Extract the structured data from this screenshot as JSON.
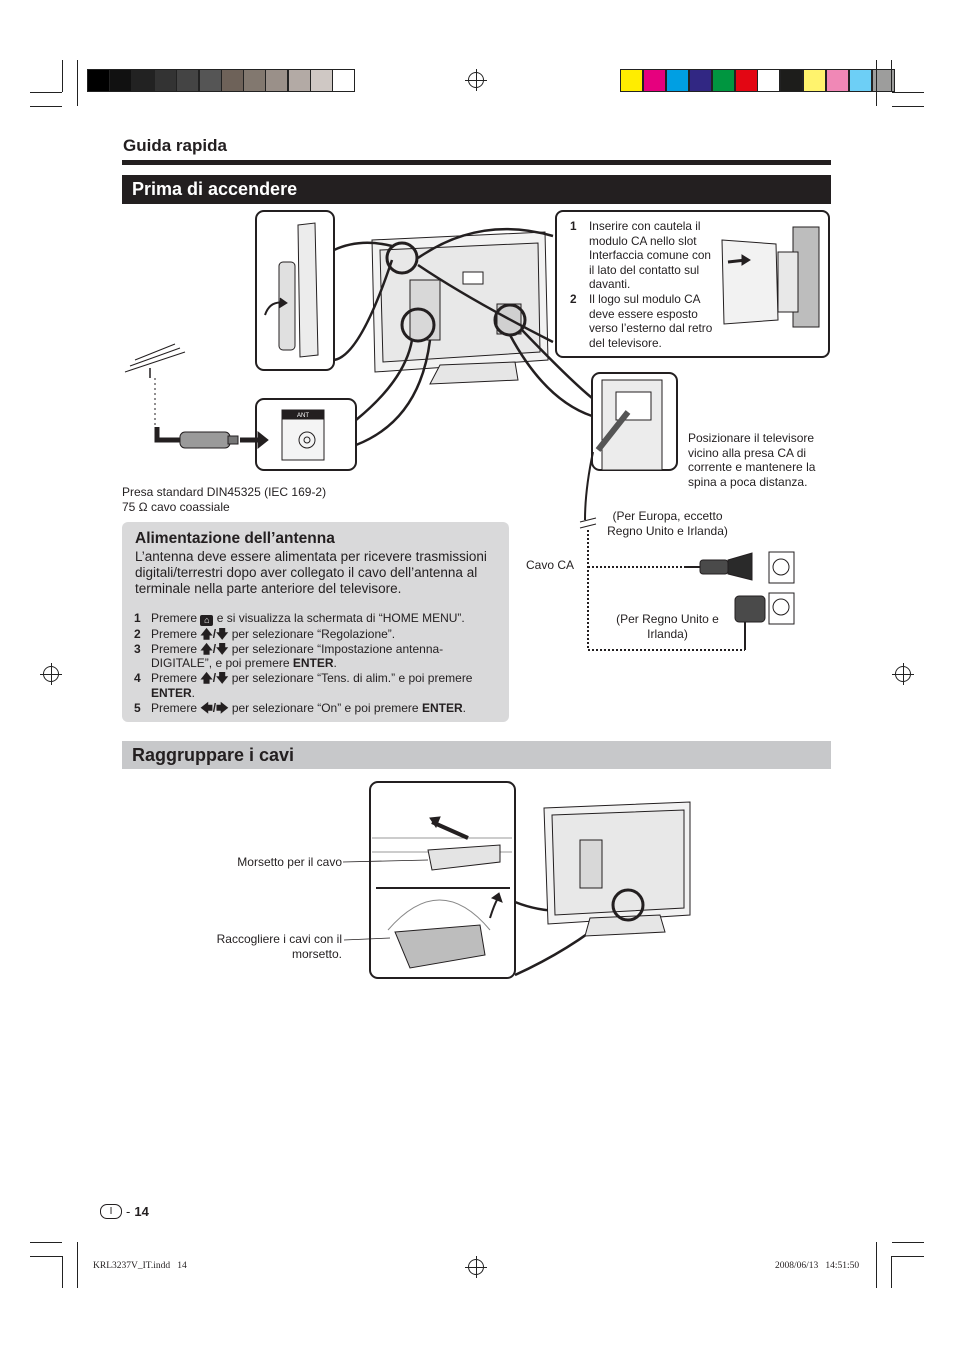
{
  "header": {
    "guide_title": "Guida rapida"
  },
  "sections": {
    "first": {
      "title": "Prima di accendere"
    },
    "second": {
      "title": "Raggruppare i cavi"
    }
  },
  "ca_module": {
    "steps": [
      {
        "num": "1",
        "text": "Inserire con cautela il modulo CA nello slot Interfaccia comune con il lato del contatto sul davanti."
      },
      {
        "num": "2",
        "text": "Il logo sul modulo CA deve essere esposto verso l’esterno dal retro del televisore."
      }
    ]
  },
  "antenna": {
    "port_label": "ANT",
    "caption_line1": "Presa standard DIN45325 (IEC 169-2)",
    "caption_line2": "75 Ω cavo coassiale"
  },
  "power": {
    "position_note": "Posizionare il televisore vicino alla presa CA di corrente e mantenere la spina a poca distanza.",
    "europe_note": "(Per Europa, eccetto Regno Unito e Irlanda)",
    "uk_note": "(Per Regno Unito e Irlanda)",
    "cable_label": "Cavo CA"
  },
  "antenna_power": {
    "title": "Alimentazione dell’antenna",
    "intro": "L’antenna deve essere alimentata per ricevere trasmissioni digitali/terrestri dopo aver collegato il cavo dell’antenna al terminale nella parte anteriore del televisore.",
    "steps": [
      {
        "num": "1",
        "pre": "Premere ",
        "icon": "home-icon",
        "post": " e si visualizza la schermata di “HOME MENU”.",
        "bold": "",
        "tail": ""
      },
      {
        "num": "2",
        "pre": "Premere ",
        "icon": "up-down-arrows-icon",
        "post": " per selezionare “Regolazione”.",
        "bold": "",
        "tail": ""
      },
      {
        "num": "3",
        "pre": "Premere ",
        "icon": "up-down-arrows-icon",
        "post": " per selezionare “Impostazione antenna-DIGITALE”, e poi premere ",
        "bold": "ENTER",
        "tail": "."
      },
      {
        "num": "4",
        "pre": "Premere ",
        "icon": "up-down-arrows-icon",
        "post": " per selezionare “Tens. di alim.” e poi premere ",
        "bold": "ENTER",
        "tail": "."
      },
      {
        "num": "5",
        "pre": "Premere ",
        "icon": "left-right-arrows-icon",
        "post": " per selezionare “On” e poi premere ",
        "bold": "ENTER",
        "tail": "."
      }
    ]
  },
  "cables": {
    "clamp_label": "Morsetto per il cavo",
    "gather_label": "Raccogliere i cavi con il morsetto."
  },
  "page": {
    "lang": "I",
    "sep": "-",
    "number": "14"
  },
  "print_footer": {
    "file": "KRL3237V_IT.indd   14",
    "date": "2008/06/13   14:51:50"
  },
  "colors": {
    "grayscale_bar": [
      "#000000",
      "#111111",
      "#222222",
      "#333333",
      "#444444",
      "#555555",
      "#6e6259",
      "#82786f",
      "#9a9089",
      "#b3aaa5",
      "#cfc8c4",
      "#ffffff"
    ],
    "color_bar": [
      "#ffed00",
      "#e6007e",
      "#009fe3",
      "#312783",
      "#009640",
      "#e30613",
      "#ffffff",
      "#1d1d1b",
      "#fff36d",
      "#f088b6",
      "#6dcff6",
      "#9d9d9c"
    ],
    "accent_dark": "#231f20",
    "panel_grey": "#d9d9da",
    "bar_grey": "#c7c8ca"
  }
}
